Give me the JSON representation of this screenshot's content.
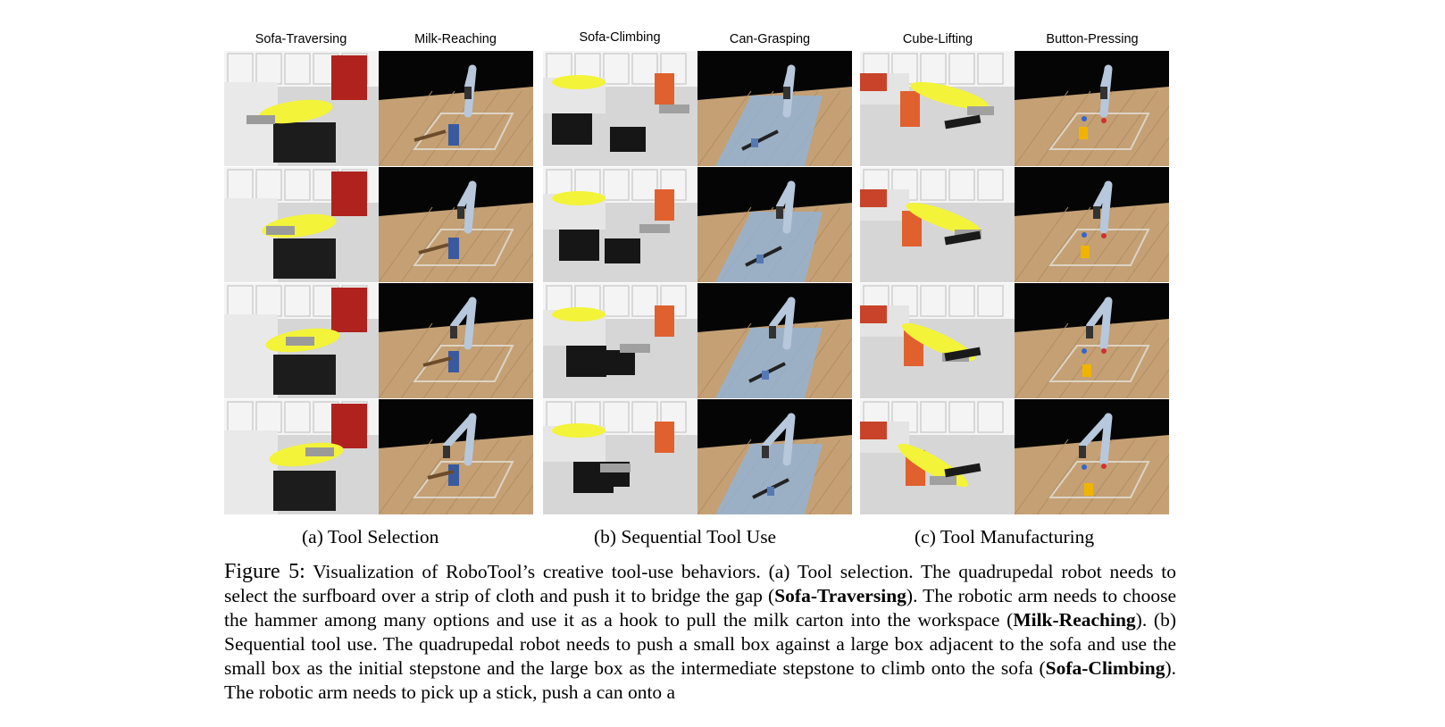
{
  "columns": [
    {
      "label": "Sofa-Traversing"
    },
    {
      "label": "Milk-Reaching"
    },
    {
      "label": "Sofa-Climbing"
    },
    {
      "label": "Can-Grasping"
    },
    {
      "label": "Cube-Lifting"
    },
    {
      "label": "Button-Pressing"
    }
  ],
  "subcaptions": {
    "a": "(a) Tool Selection",
    "b": "(b) Sequential Tool Use",
    "c": "(c) Tool Manufacturing"
  },
  "caption": {
    "label": "Figure 5:",
    "s1": " Visualization of RoboTool’s creative tool-use behaviors. (a) Tool selection. The quadrupedal robot needs to select the surfboard over a strip of cloth and push it to bridge the gap (",
    "b1": "Sofa-Traversing",
    "s2": "). The robotic arm needs to choose the hammer among many options and use it as a hook to pull the milk carton into the workspace (",
    "b2": "Milk-Reaching",
    "s3": "). (b) Sequential tool use. The quadrupedal robot needs to push a small box against a large box adjacent to the sofa and use the small box as the initial stepstone and the large box as the intermediate stepstone to climb onto the sofa (",
    "b3": "Sofa-Climbing",
    "s4": "). The robotic arm needs to pick up a stick, push a can onto a"
  },
  "colors": {
    "surfboard": "#f3f33a",
    "chair": "#e0602e",
    "blue_mat": "#8fb6e0",
    "robot": "#b7c7dc"
  }
}
